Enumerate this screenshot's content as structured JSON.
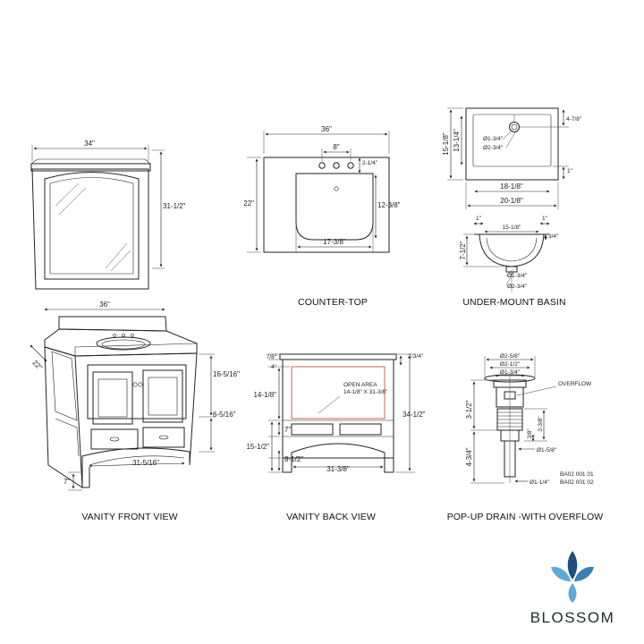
{
  "brand": {
    "name": "BLOSSOM",
    "colors": {
      "petal_dark": "#1f4f7a",
      "petal_light": "#5fa9d8",
      "petal_mid": "#3a7fb5"
    }
  },
  "captions": {
    "vanity_front": "VANITY FRONT VIEW",
    "counter_top": "COUNTER-TOP",
    "under_mount": "UNDER-MOUNT BASIN",
    "vanity_back": "VANITY BACK VIEW",
    "pop_up": "POP-UP DRAIN -WITH OVERFLOW"
  },
  "mirror": {
    "width": "34\"",
    "height": "31-1/2\""
  },
  "vanity_front": {
    "width": "36\"",
    "depth": "22\"",
    "upper_height": "16-5/16\"",
    "drawer_height": "6-5/16\"",
    "inner_width": "31-5/16\"",
    "leg": "7\""
  },
  "counter_top": {
    "width": "36\"",
    "spread": "8\"",
    "faucet_offset": "2-1/4\"",
    "depth": "22\"",
    "basin_depth": "12-3/8\"",
    "basin_width": "17-3/8\""
  },
  "basin": {
    "outer_height": "15-1/8\"",
    "inner_height": "13-1/4\"",
    "drain_offset": "4-7/8\"",
    "hole_a": "Ø1-3/4\"",
    "hole_b": "Ø2-3/4\"",
    "bottom_gap": "1\"",
    "inner_width": "18-1/8\"",
    "outer_width": "20-1/8\""
  },
  "basin_side": {
    "top_left": "1\"",
    "top_right": "1\"",
    "length": "15-1/8\"",
    "depth": "7-1/2\"",
    "rim": "3/4\"",
    "hole_a": "Ø1-3/4\"",
    "hole_b": "Ø2-3/4\""
  },
  "vanity_back": {
    "top_a": "7/8\"",
    "top_b": "4\"",
    "top_c": "2-3/4\"",
    "open_height": "14-1/8\"",
    "open_label": "OPEN AREA",
    "open_size": "14-1/8\" X 31-3/8\"",
    "shelf": "7\"",
    "lower": "15-1/2\"",
    "leg": "8-1/2\"",
    "total_height": "34-1/2\"",
    "width": "31-3/8\""
  },
  "drain": {
    "outer": "Ø2-5/8\"",
    "mid": "Ø2-1/2\"",
    "inner": "Ø1-3/4\"",
    "overflow_label": "OVERFLOW",
    "upper": "3-1/2\"",
    "lower": "4-3/4\"",
    "side_a": "2-3/8\"",
    "side_b": "3/8\"",
    "thread": "Ø1-5/8\"",
    "tail": "Ø1-1/4\"",
    "models": [
      "BA02 001 01",
      "BA02 001 02"
    ]
  }
}
